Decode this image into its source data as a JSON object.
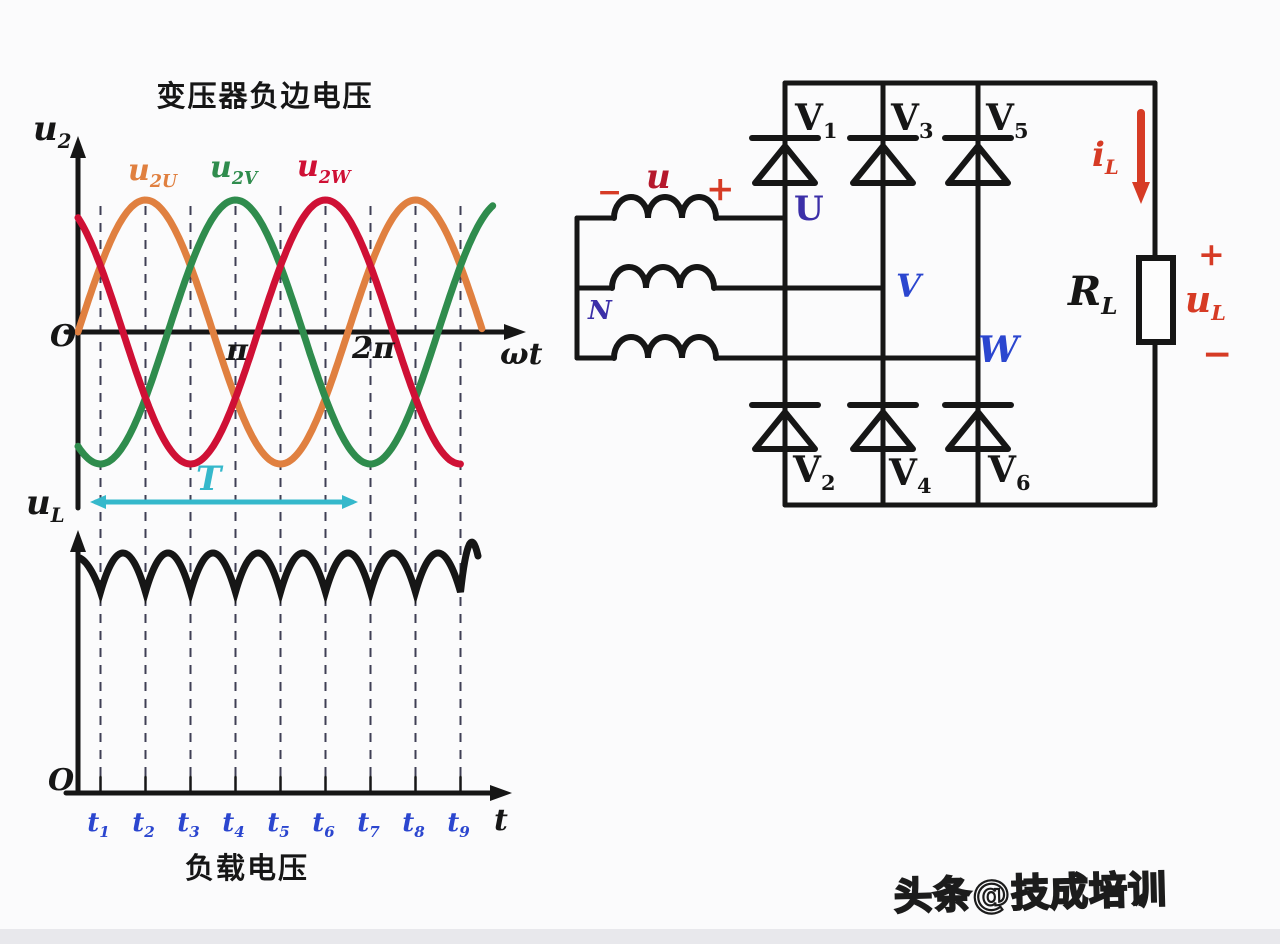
{
  "palette": {
    "black": "#161616",
    "red": "#d63b25",
    "dark_red": "#b5182c",
    "blue_dark": "#3b2fa8",
    "blue": "#2b46cf",
    "cyan": "#35b8cb",
    "guide_gray": "#3f3f55",
    "footer_gray": "#e8e8ec",
    "background": "#fbfbfc"
  },
  "watermark": {
    "text": "头条@技成培训"
  },
  "chart_data": [
    {
      "type": "line",
      "panel": "transformer-secondary-voltage",
      "title": "变压器负边电压",
      "y_axis_label": {
        "base": "u",
        "sub": "2"
      },
      "x_axis_label": "ωt",
      "origin_label": "O",
      "x_ticks": [
        {
          "label": "π",
          "rad": 3.1416
        },
        {
          "label": "2π",
          "rad": 6.2832
        }
      ],
      "amplitude": 1,
      "x_range_rad": [
        0,
        9.42
      ],
      "grid": "off",
      "series": [
        {
          "label": {
            "base": "u",
            "sub": "2U"
          },
          "color": "#e08040",
          "phase_deg": 0,
          "start_rad": 0,
          "end_rad": 9.43
        },
        {
          "label": {
            "base": "u",
            "sub": "2V"
          },
          "color": "#2f8c4d",
          "phase_deg": -120,
          "start_rad": 0,
          "end_rad": 9.7
        },
        {
          "label": {
            "base": "u",
            "sub": "2W"
          },
          "color": "#cf1035",
          "phase_deg": -240,
          "start_rad": 0,
          "end_rad": 8.94
        }
      ],
      "guide_lines_rad": [
        0.5236,
        1.5708,
        2.618,
        3.6652,
        4.7124,
        5.7596,
        6.8068,
        7.854,
        8.9012
      ],
      "period_marker": {
        "label": "T",
        "color": "#35b8cb",
        "from_rad": 0.42,
        "to_rad": 6.4
      }
    },
    {
      "type": "line",
      "panel": "load-voltage",
      "title": "负载电压",
      "y_axis_label": {
        "base": "u",
        "sub": "L"
      },
      "x_axis_label": "t",
      "origin_label": "O",
      "x_ticks": [
        {
          "base": "t",
          "sub": "1"
        },
        {
          "base": "t",
          "sub": "2"
        },
        {
          "base": "t",
          "sub": "3"
        },
        {
          "base": "t",
          "sub": "4"
        },
        {
          "base": "t",
          "sub": "5"
        },
        {
          "base": "t",
          "sub": "6"
        },
        {
          "base": "t",
          "sub": "7"
        },
        {
          "base": "t",
          "sub": "8"
        },
        {
          "base": "t",
          "sub": "9"
        }
      ],
      "description": "six-pulse rectified ripple, cusps at t1..t9",
      "ripple": {
        "max": 1.0,
        "min": 0.87
      }
    }
  ],
  "circuit": {
    "source": {
      "neutral_label": "N",
      "winding_voltage": {
        "minus": "−",
        "base": "u",
        "plus": "+"
      },
      "phase_labels": {
        "u": "U",
        "v": "V",
        "w": "W"
      }
    },
    "thyristors_top": [
      {
        "base": "V",
        "sub": "1"
      },
      {
        "base": "V",
        "sub": "3"
      },
      {
        "base": "V",
        "sub": "5"
      }
    ],
    "thyristors_bottom": [
      {
        "base": "V",
        "sub": "2"
      },
      {
        "base": "V",
        "sub": "4"
      },
      {
        "base": "V",
        "sub": "6"
      }
    ],
    "load": {
      "resistor": {
        "base": "R",
        "sub": "L"
      },
      "current": {
        "base": "i",
        "sub": "L"
      },
      "voltage": {
        "plus": "+",
        "base": "u",
        "sub": "L",
        "minus": "−"
      }
    }
  }
}
